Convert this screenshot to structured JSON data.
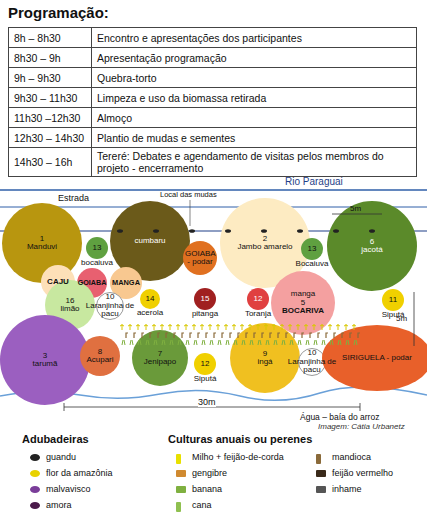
{
  "diagram": {
    "title": "Programação:",
    "nodes": [
      {
        "text": [
          "1",
          "Manduvi"
        ]
      },
      {
        "text": [
          "13",
          "bocaiuva"
        ]
      },
      {
        "text": [
          "cumbaru"
        ]
      },
      {
        "text": [
          "GOIABA - podar"
        ]
      },
      {
        "text": [
          "2",
          "Jambo amarelo"
        ]
      },
      {
        "text": [
          "13",
          "Bocaiuva"
        ]
      },
      {
        "text": [
          "6",
          "jacotá"
        ]
      },
      {
        "text": [
          "CAJU"
        ]
      },
      {
        "text": [
          "GOIABA"
        ]
      },
      {
        "text": [
          "MANGA"
        ]
      },
      {
        "text": [
          "16",
          "limão"
        ]
      },
      {
        "text": [
          "10",
          "Laranjinha de pacu"
        ]
      },
      {
        "text": [
          "14",
          "acerola"
        ]
      },
      {
        "text": [
          "15",
          "pitanga"
        ]
      },
      {
        "text": [
          "12",
          "Toranja"
        ]
      },
      {
        "text": [
          "manga",
          "5",
          "BOCARIVA"
        ]
      },
      {
        "text": [
          "11",
          "Siputá"
        ]
      },
      {
        "text": [
          "3",
          "tarumã"
        ]
      },
      {
        "text": [
          "8",
          "Acupari"
        ]
      },
      {
        "text": [
          "7",
          "Jenipapo"
        ]
      },
      {
        "text": [
          "12",
          "Siputá"
        ]
      },
      {
        "text": [
          "9",
          "ingá"
        ]
      },
      {
        "text": [
          "10",
          "Laranjinha de pacu"
        ]
      },
      {
        "text": [
          "SIRIGUELA - podar"
        ]
      }
    ],
    "edges": [],
    "labels": [
      "8h – 8h30",
      "Encontro e apresentações dos participantes",
      "8h30 – 9h",
      "Apresentação programação",
      "9h – 9h30",
      "Quebra-torto",
      "9h30 – 11h30",
      "Limpeza e uso da biomassa retirada",
      "11h30 –12h30",
      "Almoço",
      "12h30 – 14h30",
      "Plantio de mudas e sementes",
      "14h30 – 16h",
      "Tereré: Debates e agendamento de visitas pelos membros do projeto - encerramento",
      "Rio Paraguai",
      "Estrada",
      "Local das mudas",
      "5m",
      "5m",
      "30m",
      "Água – baía do arroz",
      "Imagem: Cátia Urbanetz",
      "Adubadeiras",
      "Culturas anuais ou perenes"
    ],
    "legend": [
      {
        "text": "guandu",
        "color": "#222222"
      },
      {
        "text": "flor da amazônia",
        "color": "#e8d200"
      },
      {
        "text": "malvavisco",
        "color": "#7a3d99"
      },
      {
        "text": "amora",
        "color": "#4a1a4a"
      },
      {
        "text": "Milho + feijão-de-corda",
        "color": "#e8e000"
      },
      {
        "text": "gengibre",
        "color": "#d08a30"
      },
      {
        "text": "banana",
        "color": "#7fb040"
      },
      {
        "text": "cana",
        "color": "#8fc050"
      },
      {
        "text": "mandioca",
        "color": "#8a6a3a"
      },
      {
        "text": "feijão vermelho",
        "color": "#3a2a1a"
      },
      {
        "text": "inhame",
        "color": "#555555"
      }
    ]
  }
}
